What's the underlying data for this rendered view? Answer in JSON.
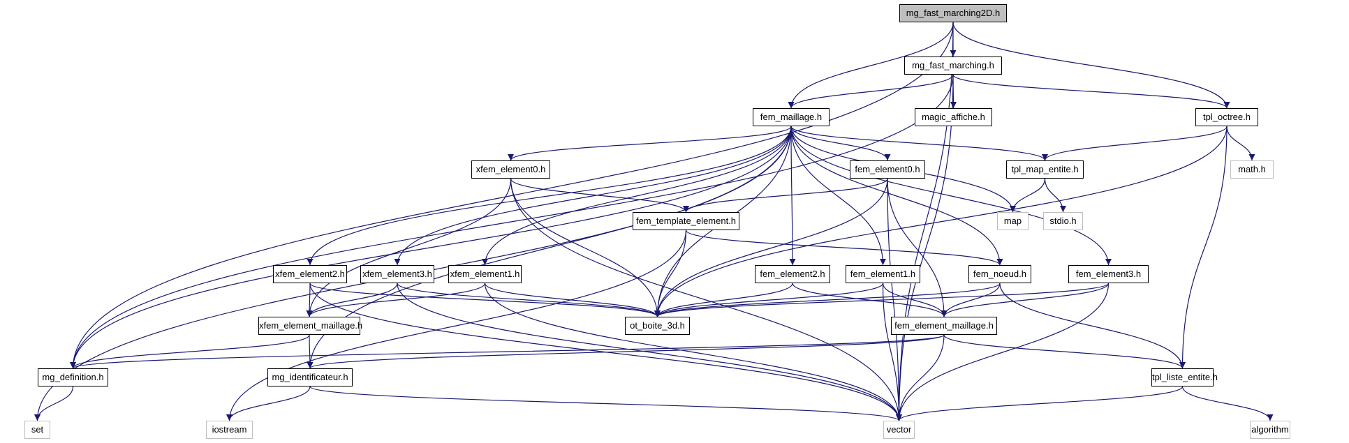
{
  "title": "mg_fast_marching2D.h",
  "diagram_type": "include dependency graph",
  "colors": {
    "edge": "#191970",
    "root_fill": "#bfbfbf",
    "node_border": "#000000",
    "external_border": "#bfbfbf"
  },
  "nodes": [
    {
      "id": "mg_fast_marching2D",
      "label": "mg_fast_marching2D.h",
      "kind": "root"
    },
    {
      "id": "mg_fast_marching",
      "label": "mg_fast_marching.h",
      "kind": "local"
    },
    {
      "id": "fem_maillage",
      "label": "fem_maillage.h",
      "kind": "local"
    },
    {
      "id": "magic_affiche",
      "label": "magic_affiche.h",
      "kind": "local"
    },
    {
      "id": "tpl_octree",
      "label": "tpl_octree.h",
      "kind": "local"
    },
    {
      "id": "xfem_element0",
      "label": "xfem_element0.h",
      "kind": "local"
    },
    {
      "id": "fem_element0",
      "label": "fem_element0.h",
      "kind": "local"
    },
    {
      "id": "tpl_map_entite",
      "label": "tpl_map_entite.h",
      "kind": "local"
    },
    {
      "id": "math",
      "label": "math.h",
      "kind": "external"
    },
    {
      "id": "fem_template_element",
      "label": "fem_template_element.h",
      "kind": "local"
    },
    {
      "id": "map",
      "label": "map",
      "kind": "external"
    },
    {
      "id": "stdio",
      "label": "stdio.h",
      "kind": "external"
    },
    {
      "id": "xfem_element2",
      "label": "xfem_element2.h",
      "kind": "local"
    },
    {
      "id": "xfem_element3",
      "label": "xfem_element3.h",
      "kind": "local"
    },
    {
      "id": "xfem_element1",
      "label": "xfem_element1.h",
      "kind": "local"
    },
    {
      "id": "fem_element2",
      "label": "fem_element2.h",
      "kind": "local"
    },
    {
      "id": "fem_element1",
      "label": "fem_element1.h",
      "kind": "local"
    },
    {
      "id": "fem_noeud",
      "label": "fem_noeud.h",
      "kind": "local"
    },
    {
      "id": "fem_element3",
      "label": "fem_element3.h",
      "kind": "local"
    },
    {
      "id": "xfem_element_maillage",
      "label": "xfem_element_maillage.h",
      "kind": "local"
    },
    {
      "id": "ot_boite_3d",
      "label": "ot_boite_3d.h",
      "kind": "local"
    },
    {
      "id": "fem_element_maillage",
      "label": "fem_element_maillage.h",
      "kind": "local"
    },
    {
      "id": "mg_definition",
      "label": "mg_definition.h",
      "kind": "local"
    },
    {
      "id": "mg_identificateur",
      "label": "mg_identificateur.h",
      "kind": "local"
    },
    {
      "id": "tpl_liste_entite",
      "label": "tpl_liste_entite.h",
      "kind": "local"
    },
    {
      "id": "set",
      "label": "set",
      "kind": "external"
    },
    {
      "id": "iostream",
      "label": "iostream",
      "kind": "external"
    },
    {
      "id": "vector",
      "label": "vector",
      "kind": "external"
    },
    {
      "id": "algorithm",
      "label": "algorithm",
      "kind": "external"
    }
  ],
  "edges": [
    [
      "mg_fast_marching2D",
      "mg_fast_marching"
    ],
    [
      "mg_fast_marching2D",
      "fem_maillage"
    ],
    [
      "mg_fast_marching2D",
      "tpl_octree"
    ],
    [
      "mg_fast_marching2D",
      "mg_definition"
    ],
    [
      "mg_fast_marching2D",
      "vector"
    ],
    [
      "mg_fast_marching",
      "fem_maillage"
    ],
    [
      "mg_fast_marching",
      "magic_affiche"
    ],
    [
      "mg_fast_marching",
      "tpl_octree"
    ],
    [
      "mg_fast_marching",
      "mg_definition"
    ],
    [
      "mg_fast_marching",
      "vector"
    ],
    [
      "fem_maillage",
      "xfem_element0"
    ],
    [
      "fem_maillage",
      "fem_element0"
    ],
    [
      "fem_maillage",
      "tpl_map_entite"
    ],
    [
      "fem_maillage",
      "map"
    ],
    [
      "fem_maillage",
      "xfem_element2"
    ],
    [
      "fem_maillage",
      "xfem_element3"
    ],
    [
      "fem_maillage",
      "xfem_element1"
    ],
    [
      "fem_maillage",
      "fem_element2"
    ],
    [
      "fem_maillage",
      "fem_element1"
    ],
    [
      "fem_maillage",
      "fem_noeud"
    ],
    [
      "fem_maillage",
      "fem_element3"
    ],
    [
      "fem_maillage",
      "ot_boite_3d"
    ],
    [
      "fem_maillage",
      "mg_definition"
    ],
    [
      "fem_maillage",
      "mg_identificateur"
    ],
    [
      "fem_maillage",
      "set"
    ],
    [
      "tpl_octree",
      "tpl_map_entite"
    ],
    [
      "tpl_octree",
      "math"
    ],
    [
      "tpl_octree",
      "ot_boite_3d"
    ],
    [
      "tpl_octree",
      "tpl_liste_entite"
    ],
    [
      "xfem_element0",
      "fem_template_element"
    ],
    [
      "xfem_element0",
      "ot_boite_3d"
    ],
    [
      "xfem_element0",
      "xfem_element_maillage"
    ],
    [
      "xfem_element0",
      "vector"
    ],
    [
      "fem_element0",
      "fem_template_element"
    ],
    [
      "fem_element0",
      "ot_boite_3d"
    ],
    [
      "fem_element0",
      "fem_element_maillage"
    ],
    [
      "fem_element0",
      "vector"
    ],
    [
      "tpl_map_entite",
      "map"
    ],
    [
      "tpl_map_entite",
      "stdio"
    ],
    [
      "fem_template_element",
      "ot_boite_3d"
    ],
    [
      "fem_template_element",
      "fem_noeud"
    ],
    [
      "fem_template_element",
      "iostream"
    ],
    [
      "xfem_element2",
      "xfem_element_maillage"
    ],
    [
      "xfem_element2",
      "ot_boite_3d"
    ],
    [
      "xfem_element2",
      "vector"
    ],
    [
      "xfem_element3",
      "xfem_element_maillage"
    ],
    [
      "xfem_element3",
      "ot_boite_3d"
    ],
    [
      "xfem_element3",
      "vector"
    ],
    [
      "xfem_element1",
      "xfem_element_maillage"
    ],
    [
      "xfem_element1",
      "ot_boite_3d"
    ],
    [
      "xfem_element1",
      "vector"
    ],
    [
      "fem_element2",
      "ot_boite_3d"
    ],
    [
      "fem_element2",
      "fem_element_maillage"
    ],
    [
      "fem_element1",
      "ot_boite_3d"
    ],
    [
      "fem_element1",
      "fem_element_maillage"
    ],
    [
      "fem_element1",
      "vector"
    ],
    [
      "fem_noeud",
      "ot_boite_3d"
    ],
    [
      "fem_noeud",
      "fem_element_maillage"
    ],
    [
      "fem_noeud",
      "tpl_liste_entite"
    ],
    [
      "fem_element3",
      "ot_boite_3d"
    ],
    [
      "fem_element3",
      "fem_element_maillage"
    ],
    [
      "fem_element3",
      "vector"
    ],
    [
      "xfem_element_maillage",
      "mg_definition"
    ],
    [
      "xfem_element_maillage",
      "mg_identificateur"
    ],
    [
      "fem_element_maillage",
      "mg_definition"
    ],
    [
      "fem_element_maillage",
      "mg_identificateur"
    ],
    [
      "fem_element_maillage",
      "tpl_liste_entite"
    ],
    [
      "fem_element_maillage",
      "vector"
    ],
    [
      "mg_definition",
      "set"
    ],
    [
      "mg_identificateur",
      "iostream"
    ],
    [
      "mg_identificateur",
      "vector"
    ],
    [
      "tpl_liste_entite",
      "vector"
    ],
    [
      "tpl_liste_entite",
      "algorithm"
    ]
  ]
}
